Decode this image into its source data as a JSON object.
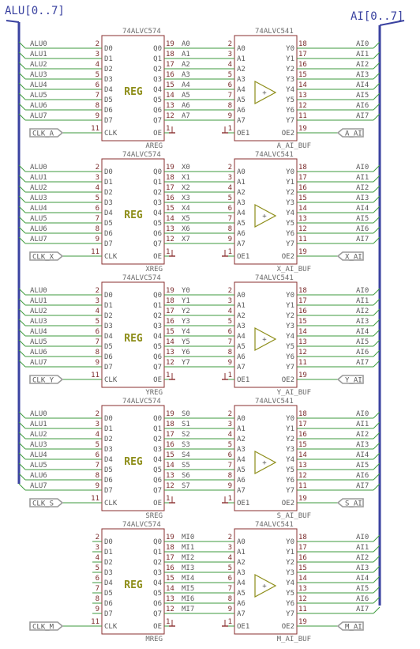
{
  "buses": {
    "left": "ALU[0..7]",
    "right": "AI[0..7]"
  },
  "chip_types": {
    "reg": "74ALVC574",
    "buf": "74ALVC541"
  },
  "reg_symbol": "REG",
  "reg_pins": {
    "d": [
      "D0",
      "D1",
      "D2",
      "D3",
      "D4",
      "D5",
      "D6",
      "D7"
    ],
    "q": [
      "Q0",
      "Q1",
      "Q2",
      "Q3",
      "Q4",
      "Q5",
      "Q6",
      "Q7"
    ],
    "clk": "CLK",
    "oe": "OE",
    "d_nums": [
      "2",
      "3",
      "4",
      "5",
      "6",
      "7",
      "8",
      "9"
    ],
    "q_nums": [
      "19",
      "18",
      "17",
      "16",
      "15",
      "14",
      "13",
      "12"
    ],
    "clk_num": "11",
    "oe_num": "1"
  },
  "buf_pins": {
    "a": [
      "A0",
      "A1",
      "A2",
      "A3",
      "A4",
      "A5",
      "A6",
      "A7"
    ],
    "y": [
      "Y0",
      "Y1",
      "Y2",
      "Y3",
      "Y4",
      "Y5",
      "Y6",
      "Y7"
    ],
    "oe1": "OE1",
    "oe2": "OE2",
    "a_nums": [
      "2",
      "3",
      "4",
      "5",
      "6",
      "7",
      "8",
      "9"
    ],
    "y_nums": [
      "18",
      "17",
      "16",
      "15",
      "14",
      "13",
      "12",
      "11"
    ],
    "oe1_num": "1",
    "oe2_num": "19"
  },
  "alu_nets": [
    "ALU0",
    "ALU1",
    "ALU2",
    "ALU3",
    "ALU4",
    "ALU5",
    "ALU6",
    "ALU7"
  ],
  "ai_nets": [
    "AI0",
    "AI1",
    "AI2",
    "AI3",
    "AI4",
    "AI5",
    "AI6",
    "AI7"
  ],
  "rows": [
    {
      "reg": "AREG",
      "buf": "A_AI_BUF",
      "clk": "CLK_A",
      "oe": "A_AI",
      "mid": [
        "A0",
        "A1",
        "A2",
        "A3",
        "A4",
        "A5",
        "A6",
        "A7"
      ],
      "alu_in": true
    },
    {
      "reg": "XREG",
      "buf": "X_AI_BUF",
      "clk": "CLK_X",
      "oe": "X_AI",
      "mid": [
        "X0",
        "X1",
        "X2",
        "X3",
        "X4",
        "X5",
        "X6",
        "X7"
      ],
      "alu_in": true
    },
    {
      "reg": "YREG",
      "buf": "Y_AI_BUF",
      "clk": "CLK_Y",
      "oe": "Y_AI",
      "mid": [
        "Y0",
        "Y1",
        "Y2",
        "Y3",
        "Y4",
        "Y5",
        "Y6",
        "Y7"
      ],
      "alu_in": true
    },
    {
      "reg": "SREG",
      "buf": "S_AI_BUF",
      "clk": "CLK_S",
      "oe": "S_AI",
      "mid": [
        "S0",
        "S1",
        "S2",
        "S3",
        "S4",
        "S5",
        "S6",
        "S7"
      ],
      "alu_in": true
    },
    {
      "reg": "MREG",
      "buf": "M_AI_BUF",
      "clk": "CLK_M",
      "oe": "M_AI",
      "mid": [
        "MI0",
        "MI1",
        "MI2",
        "MI3",
        "MI4",
        "MI5",
        "MI6",
        "MI7"
      ],
      "alu_in": false
    }
  ],
  "colors": {
    "wire": "#3c9a3c",
    "body": "#8a2f2f",
    "bus": "#3a42a0",
    "symbol": "#8d8d18",
    "label": "#5a5a5a",
    "ground": "#8a2f2f"
  }
}
